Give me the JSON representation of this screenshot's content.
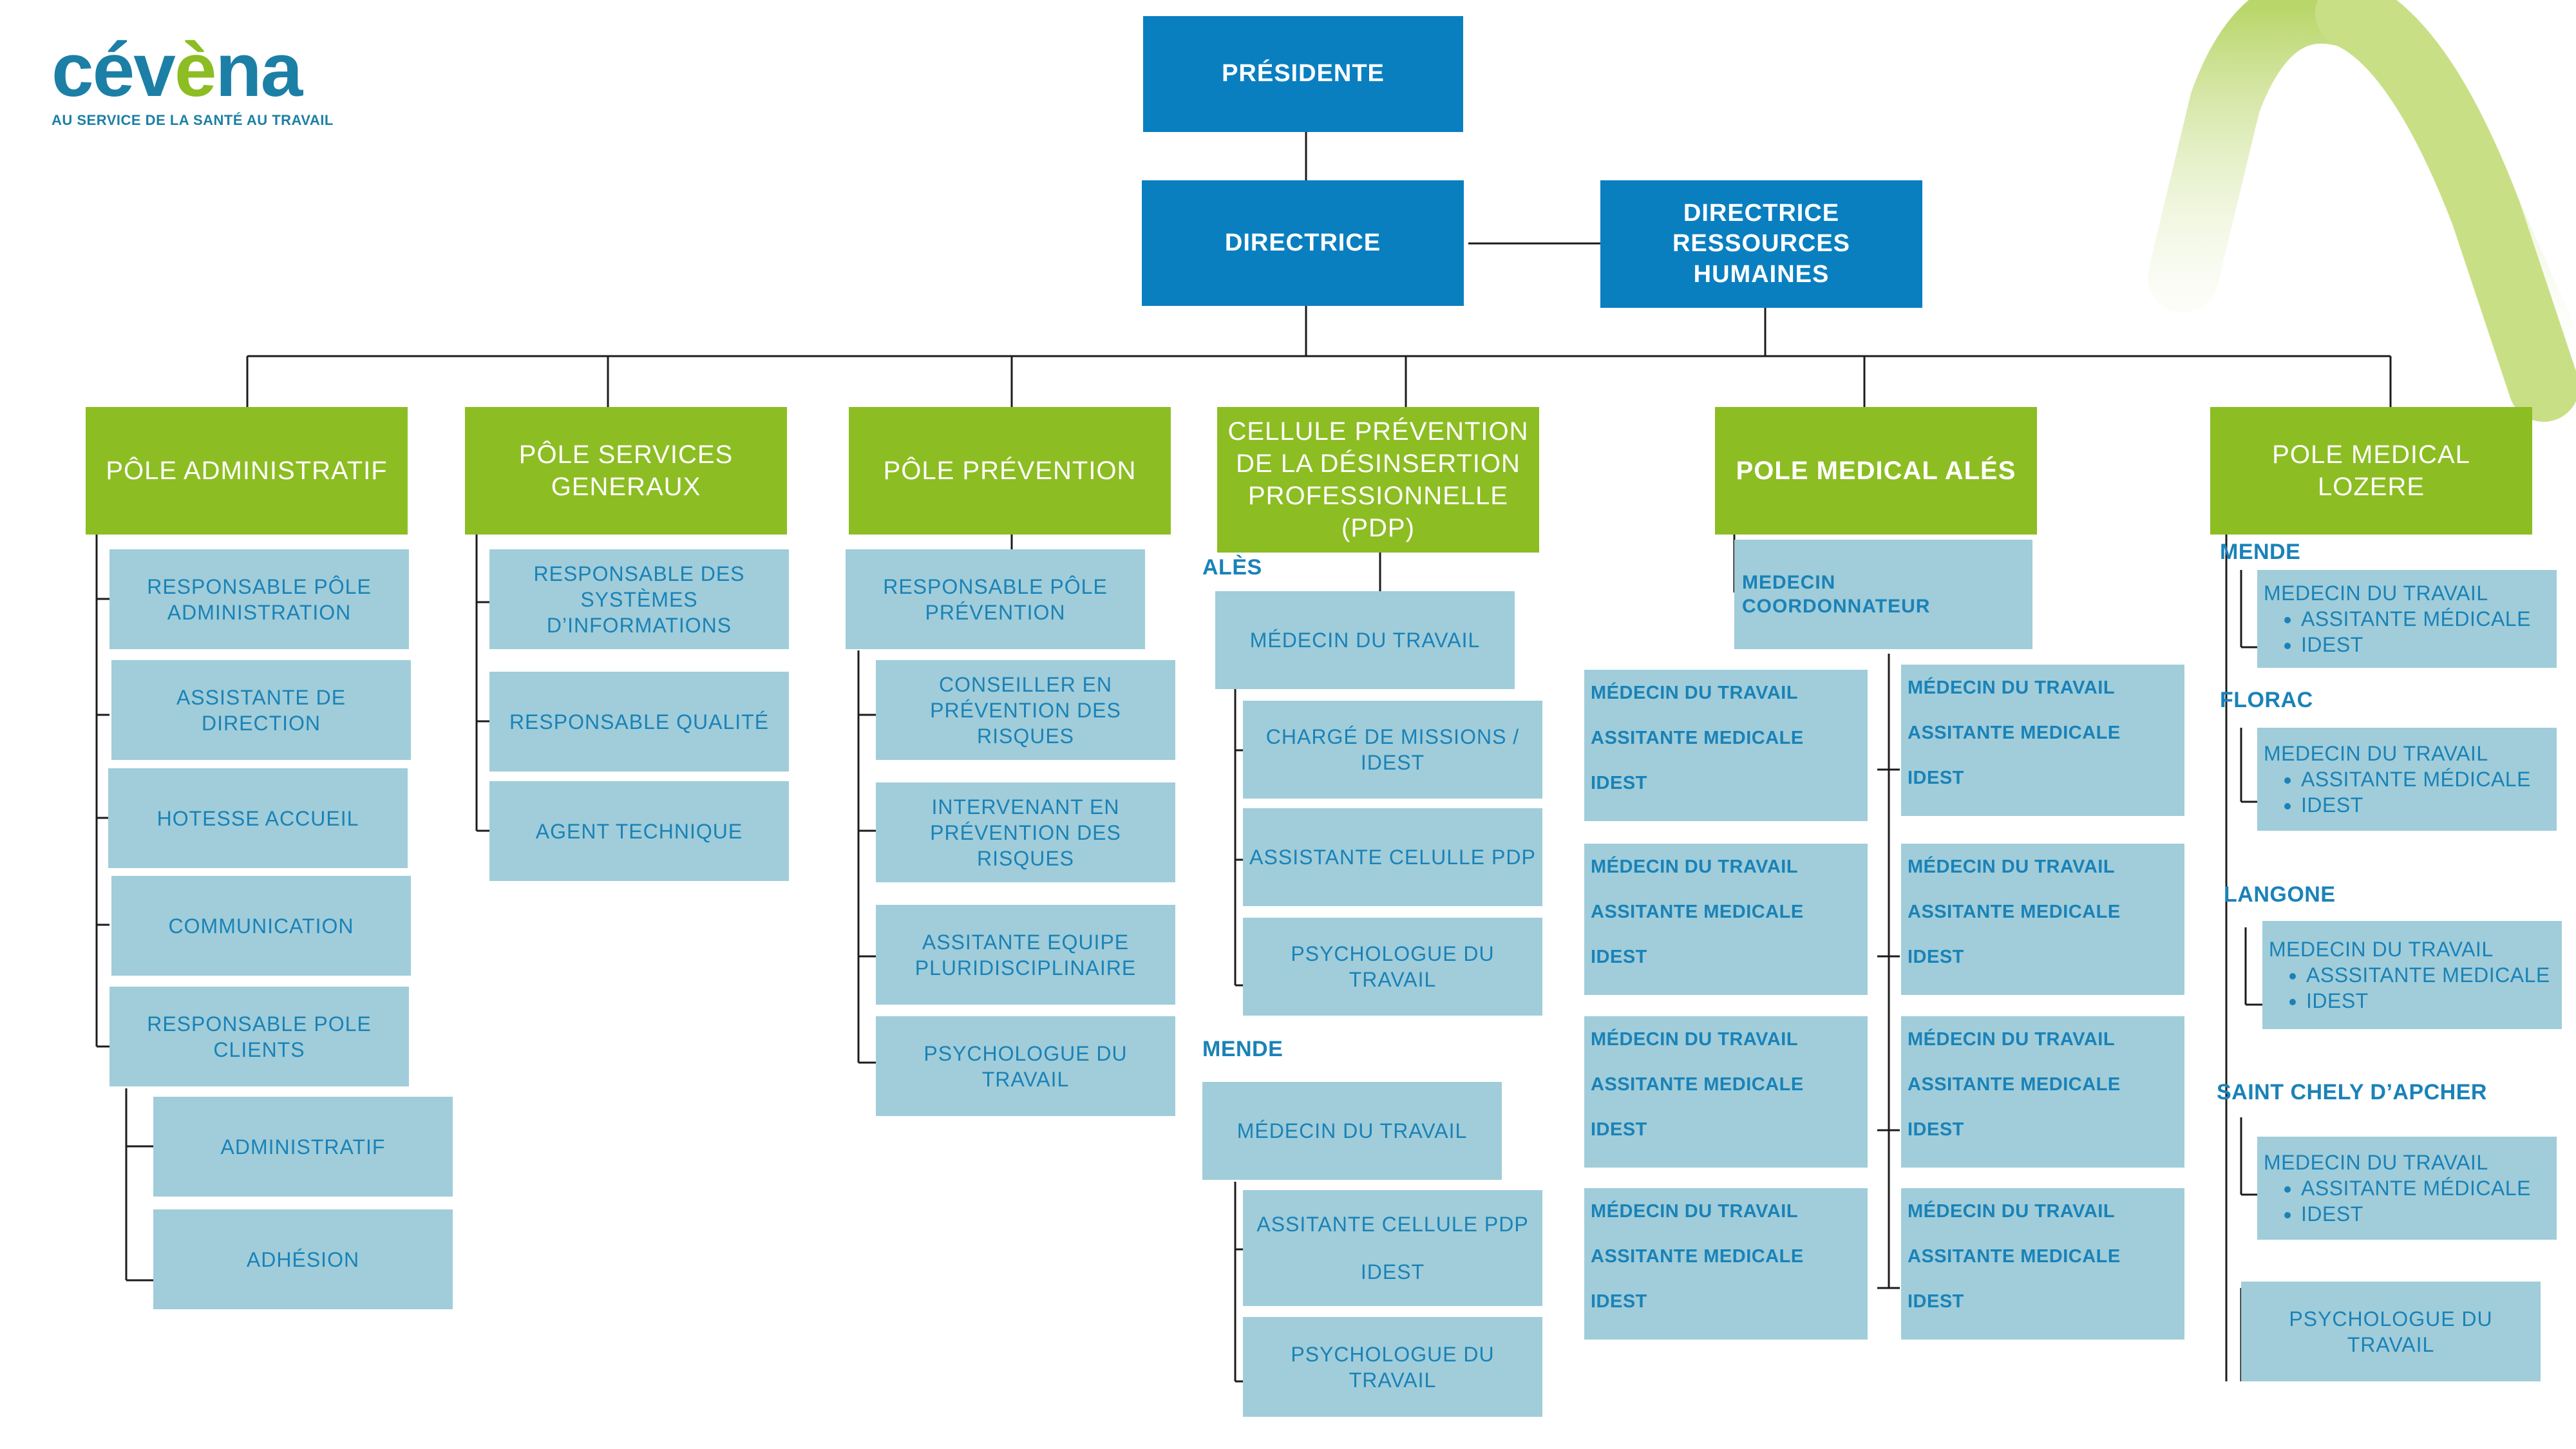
{
  "logo": {
    "word_a": "cév",
    "word_b": "è",
    "word_c": "na",
    "tagline": "AU SERVICE DE LA SANTÉ AU TRAVAIL"
  },
  "colors": {
    "exec": "#0a7fc0",
    "pole": "#8cbd23",
    "leaf": "#a0cdd9",
    "leaf_text": "#1a82b8"
  },
  "top": {
    "presidente": "PRÉSIDENTE",
    "directrice": "DIRECTRICE",
    "drh": [
      "DIRECTRICE",
      "RESSOURCES",
      "HUMAINES"
    ]
  },
  "poles": {
    "admin": "PÔLE ADMINISTRATIF",
    "services": [
      "PÔLE SERVICES",
      "GENERAUX"
    ],
    "prevention": "PÔLE PRÉVENTION",
    "pdp": [
      "CELLULE PRÉVENTION",
      "DE LA DÉSINSERTION",
      "PROFESSIONNELLE",
      "(PDP)"
    ],
    "ales": "POLE MEDICAL ALÉS",
    "lozere": [
      "POLE MEDICAL",
      "LOZERE"
    ]
  },
  "admin_items": [
    [
      "RESPONSABLE PÔLE",
      "ADMINISTRATION"
    ],
    [
      "ASSISTANTE DE",
      "DIRECTION"
    ],
    [
      "HOTESSE ACCUEIL"
    ],
    [
      "COMMUNICATION"
    ],
    [
      "RESPONSABLE POLE",
      "CLIENTS"
    ]
  ],
  "admin_sub": [
    "ADMINISTRATIF",
    "ADHÉSION"
  ],
  "services_items": [
    [
      "RESPONSABLE DES",
      "SYSTÈMES",
      "D’INFORMATIONS"
    ],
    [
      "RESPONSABLE QUALITÉ"
    ],
    [
      "AGENT TECHNIQUE"
    ]
  ],
  "prevention_head": [
    "RESPONSABLE PÔLE",
    "PRÉVENTION"
  ],
  "prevention_items": [
    [
      "CONSEILLER EN",
      "PRÉVENTION DES RISQUES"
    ],
    [
      "INTERVENANT EN",
      "PRÉVENTION DES RISQUES"
    ],
    [
      "ASSITANTE EQUIPE",
      "PLURIDISCIPLINAIRE"
    ],
    [
      "PSYCHOLOGUE DU",
      "TRAVAIL"
    ]
  ],
  "pdp": {
    "ales_label": "ALÈS",
    "ales_head": "MÉDECIN DU TRAVAIL",
    "ales_items": [
      [
        "CHARGÉ DE MISSIONS /",
        "IDEST"
      ],
      [
        "ASSISTANTE CELULLE PDP"
      ],
      [
        "PSYCHOLOGUE DU",
        "TRAVAIL"
      ]
    ],
    "mende_label": "MENDE",
    "mende_head": "MÉDECIN DU TRAVAIL",
    "mende_items": [
      [
        "ASSITANTE CELLULE PDP",
        "IDEST"
      ],
      [
        "PSYCHOLOGUE DU",
        "TRAVAIL"
      ]
    ]
  },
  "ales": {
    "coordinator": [
      "MEDECIN",
      "COORDONNATEUR"
    ],
    "team": [
      "MÉDECIN DU TRAVAIL",
      "ASSITANTE MEDICALE",
      "IDEST"
    ]
  },
  "lozere": {
    "sites": [
      {
        "label": "MENDE",
        "title": "MEDECIN DU TRAVAIL",
        "items": [
          "ASSITANTE MÉDICALE",
          "IDEST"
        ]
      },
      {
        "label": "FLORAC",
        "title": "MEDECIN DU TRAVAIL",
        "items": [
          "ASSITANTE MÉDICALE",
          "IDEST"
        ]
      },
      {
        "label": "LANGONE",
        "title": "MEDECIN DU TRAVAIL",
        "items": [
          "ASSSITANTE MEDICALE",
          "IDEST"
        ]
      },
      {
        "label": "SAINT CHELY D’APCHER",
        "title": "MEDECIN DU TRAVAIL",
        "items": [
          "ASSITANTE MÉDICALE",
          "IDEST"
        ]
      }
    ],
    "psy": [
      "PSYCHOLOGUE DU",
      "TRAVAIL"
    ]
  }
}
